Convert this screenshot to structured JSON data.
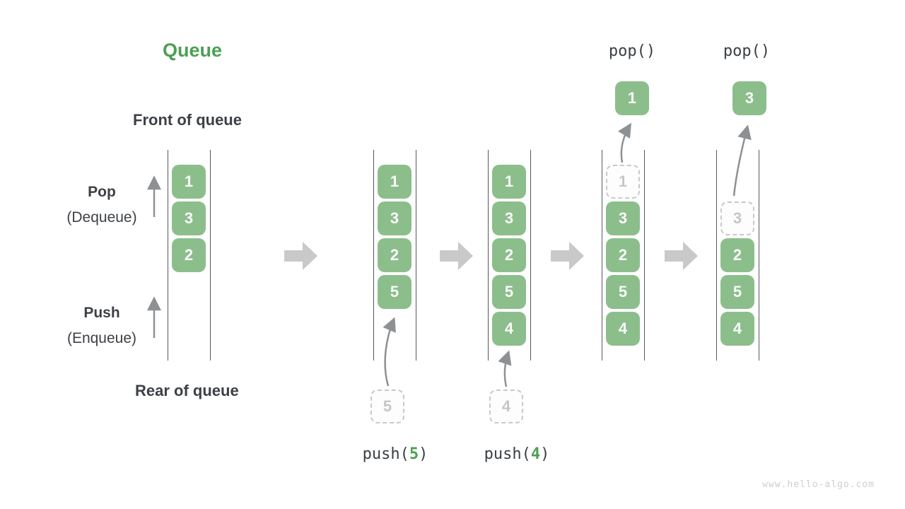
{
  "title": {
    "text": "Queue"
  },
  "side_labels": {
    "front": "Front of queue",
    "rear": "Rear of queue",
    "pop": {
      "main": "Pop",
      "sub": "(Dequeue)"
    },
    "push": {
      "main": "Push",
      "sub": "(Enqueue)"
    }
  },
  "columns": [
    {
      "name": "state-1",
      "items": [
        {
          "value": "1",
          "style": "solid"
        },
        {
          "value": "3",
          "style": "solid"
        },
        {
          "value": "2",
          "style": "solid"
        }
      ]
    },
    {
      "name": "state-2-after-push-5",
      "items": [
        {
          "value": "1",
          "style": "solid"
        },
        {
          "value": "3",
          "style": "solid"
        },
        {
          "value": "2",
          "style": "solid"
        },
        {
          "value": "5",
          "style": "solid"
        }
      ],
      "staged": {
        "value": "5"
      },
      "op": {
        "fn": "push(",
        "arg": "5",
        "close": ")"
      }
    },
    {
      "name": "state-3-after-push-4",
      "items": [
        {
          "value": "1",
          "style": "solid"
        },
        {
          "value": "3",
          "style": "solid"
        },
        {
          "value": "2",
          "style": "solid"
        },
        {
          "value": "5",
          "style": "solid"
        },
        {
          "value": "4",
          "style": "solid"
        }
      ],
      "staged": {
        "value": "4"
      },
      "op": {
        "fn": "push(",
        "arg": "4",
        "close": ")"
      }
    },
    {
      "name": "state-4-after-pop",
      "items": [
        {
          "value": "1",
          "style": "dashed"
        },
        {
          "value": "3",
          "style": "solid"
        },
        {
          "value": "2",
          "style": "solid"
        },
        {
          "value": "5",
          "style": "solid"
        },
        {
          "value": "4",
          "style": "solid"
        }
      ],
      "popped": {
        "value": "1"
      },
      "op": {
        "label": "pop()"
      }
    },
    {
      "name": "state-5-after-pop",
      "items": [
        {
          "value": "3",
          "style": "dashed"
        },
        {
          "value": "2",
          "style": "solid"
        },
        {
          "value": "5",
          "style": "solid"
        },
        {
          "value": "4",
          "style": "solid"
        }
      ],
      "popped": {
        "value": "3"
      },
      "op": {
        "label": "pop()"
      }
    }
  ],
  "watermark": "www.hello-algo.com",
  "colors": {
    "accent_green": "#4c9f53",
    "box_green": "#8CBE8C",
    "dark_text": "#3d4045",
    "block_arrow_gray": "#c9c9c9",
    "thin_arrow_gray": "#8e9193",
    "column_line": "#55595c",
    "dashed_border": "#c9c9c9"
  }
}
